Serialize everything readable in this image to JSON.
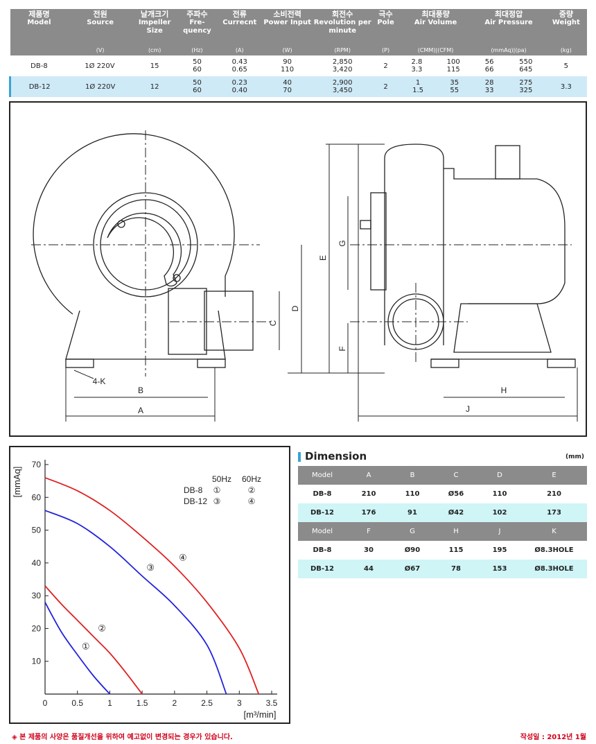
{
  "spec_table": {
    "headers": [
      {
        "ko": "제품명",
        "en": "Model",
        "unit": ""
      },
      {
        "ko": "전원",
        "en": "Source",
        "unit": "(V)"
      },
      {
        "ko": "날개크기",
        "en": "Impeller Size",
        "unit": "(cm)"
      },
      {
        "ko": "주파수",
        "en": "Fre- quency",
        "unit": "(Hz)"
      },
      {
        "ko": "전류",
        "en": "Currecnt",
        "unit": "(A)"
      },
      {
        "ko": "소비전력",
        "en": "Power Input",
        "unit": "(W)"
      },
      {
        "ko": "회전수",
        "en": "Revolution per minute",
        "unit": "(RPM)"
      },
      {
        "ko": "극수",
        "en": "Pole",
        "unit": "(P)"
      },
      {
        "ko": "최대풍량",
        "en": "Air Volume",
        "unit": "(CMM)|(CFM)"
      },
      {
        "ko": "최대정압",
        "en": "Air Pressure",
        "unit": "(mmAq)|(pa)"
      },
      {
        "ko": "중량",
        "en": "Weight",
        "unit": "(kg)"
      }
    ],
    "rows": [
      {
        "model": "DB-8",
        "source": "1Ø 220V",
        "size": "15",
        "freq": [
          "50",
          "60"
        ],
        "current": [
          "0.43",
          "0.65"
        ],
        "power": [
          "90",
          "110"
        ],
        "rpm": [
          "2,850",
          "3,420"
        ],
        "pole": "2",
        "cmm": [
          "2.8",
          "3.3"
        ],
        "cfm": [
          "100",
          "115"
        ],
        "mmaq": [
          "56",
          "66"
        ],
        "pa": [
          "550",
          "645"
        ],
        "weight": "5"
      },
      {
        "model": "DB-12",
        "source": "1Ø 220V",
        "size": "12",
        "freq": [
          "50",
          "60"
        ],
        "current": [
          "0.23",
          "0.40"
        ],
        "power": [
          "40",
          "70"
        ],
        "rpm": [
          "2,900",
          "3,450"
        ],
        "pole": "2",
        "cmm": [
          "1",
          "1.5"
        ],
        "cfm": [
          "35",
          "55"
        ],
        "mmaq": [
          "28",
          "33"
        ],
        "pa": [
          "275",
          "325"
        ],
        "weight": "3.3"
      }
    ]
  },
  "drawing_labels": {
    "A": "A",
    "B": "B",
    "C": "C",
    "D": "D",
    "E": "E",
    "F": "F",
    "G": "G",
    "H": "H",
    "J": "J",
    "K": "4-K"
  },
  "graph": {
    "y_axis_label": "[mmAq]",
    "x_axis_label": "[m³/min]",
    "y_ticks": [
      "70",
      "60",
      "50",
      "40",
      "30",
      "20",
      "10"
    ],
    "x_ticks": [
      "0",
      "0.5",
      "1",
      "1.5",
      "2",
      "2.5",
      "3",
      "3.5"
    ],
    "legend_head_50": "50Hz",
    "legend_head_60": "60Hz",
    "legend_rows": [
      {
        "model": "DB-8",
        "m50": "①",
        "m60": "②"
      },
      {
        "model": "DB-12",
        "m50": "③",
        "m60": "④"
      }
    ],
    "curve_labels": [
      "①",
      "②",
      "③",
      "④"
    ]
  },
  "chart_data": {
    "type": "line",
    "title": "",
    "xlabel": "[m³/min]",
    "ylabel": "[mmAq]",
    "xlim": [
      0,
      3.5
    ],
    "ylim": [
      0,
      70
    ],
    "series": [
      {
        "name": "①",
        "color": "#2222dd",
        "x": [
          0,
          0.25,
          0.5,
          0.75,
          1.0
        ],
        "y": [
          28,
          19,
          12,
          5.5,
          0
        ]
      },
      {
        "name": "②",
        "color": "#e02020",
        "x": [
          0,
          0.25,
          0.5,
          0.75,
          1.0,
          1.25,
          1.5
        ],
        "y": [
          33,
          27.5,
          22.5,
          17.5,
          12.5,
          6.5,
          0
        ]
      },
      {
        "name": "③",
        "color": "#2222dd",
        "x": [
          0,
          0.5,
          1.0,
          1.5,
          2.0,
          2.5,
          2.8
        ],
        "y": [
          56,
          52,
          45,
          36,
          27,
          15,
          0
        ]
      },
      {
        "name": "④",
        "color": "#e02020",
        "x": [
          0,
          0.5,
          1.0,
          1.5,
          2.0,
          2.5,
          3.0,
          3.3
        ],
        "y": [
          66,
          62,
          56,
          48,
          39,
          28,
          14,
          0
        ]
      }
    ]
  },
  "dimension": {
    "title": "Dimension",
    "unit": "(mm)",
    "header1": [
      "Model",
      "A",
      "B",
      "C",
      "D",
      "E"
    ],
    "rows1": [
      [
        "DB-8",
        "210",
        "110",
        "Ø56",
        "110",
        "210"
      ],
      [
        "DB-12",
        "176",
        "91",
        "Ø42",
        "102",
        "173"
      ]
    ],
    "header2": [
      "Model",
      "F",
      "G",
      "H",
      "J",
      "K"
    ],
    "rows2": [
      [
        "DB-8",
        "30",
        "Ø90",
        "115",
        "195",
        "Ø8.3HOLE"
      ],
      [
        "DB-12",
        "44",
        "Ø67",
        "78",
        "153",
        "Ø8.3HOLE"
      ]
    ]
  },
  "footer_note": "◈ 본 제품의 사양은 품질개선을 위하여 예고없이 변경되는 경우가 있습니다.",
  "footer_date": "작성일 : 2012년 1월"
}
